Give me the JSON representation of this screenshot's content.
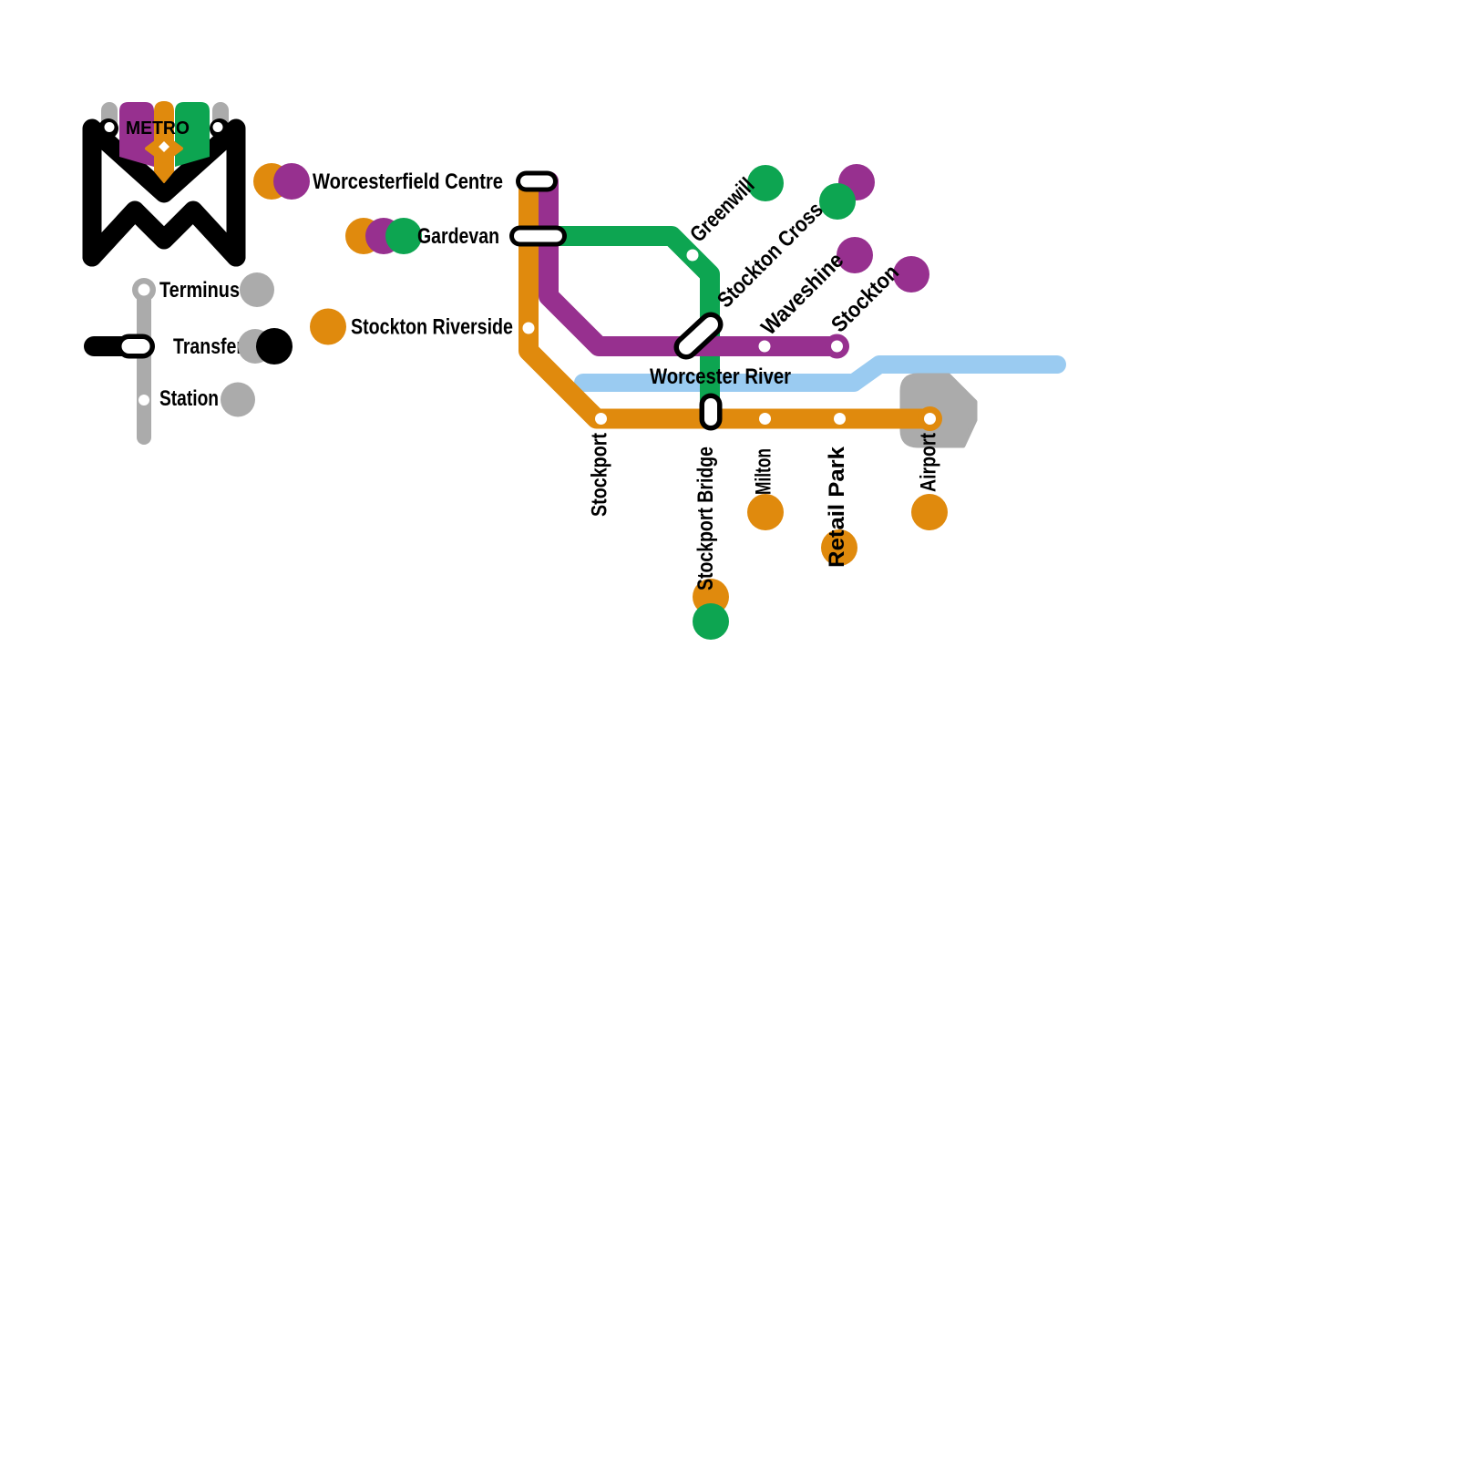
{
  "colors": {
    "orange": "#E08A0D",
    "purple": "#97308F",
    "green": "#0DA551",
    "gray": "#ABABAB",
    "river": "#9ACBF1",
    "black": "#000000",
    "white": "#FFFFFF"
  },
  "logo": {
    "title": "METRO"
  },
  "legend": {
    "terminus": "Terminus",
    "transfer": "Transfer",
    "station": "Station"
  },
  "river": {
    "label": "Worcester River"
  },
  "stations": {
    "worcesterfield_centre": {
      "label": "Worcesterfield Centre",
      "markers": [
        "orange",
        "purple"
      ],
      "type": "transfer"
    },
    "gardevan": {
      "label": "Gardevan",
      "markers": [
        "orange",
        "purple",
        "green"
      ],
      "type": "transfer"
    },
    "stockton_riverside": {
      "label": "Stockton Riverside",
      "markers": [
        "orange"
      ],
      "type": "station"
    },
    "greenwill": {
      "label": "Greenwill",
      "markers": [
        "green"
      ],
      "type": "station"
    },
    "stockton_cross": {
      "label": "Stockton Cross",
      "markers": [
        "green",
        "purple"
      ],
      "type": "transfer"
    },
    "waveshine": {
      "label": "Waveshine",
      "markers": [
        "purple"
      ],
      "type": "station"
    },
    "stockton": {
      "label": "Stockton",
      "markers": [
        "purple"
      ],
      "type": "terminus"
    },
    "stockport": {
      "label": "Stockport",
      "markers": [],
      "type": "station"
    },
    "stockport_bridge": {
      "label": "Stockport Bridge",
      "markers": [
        "orange",
        "green"
      ],
      "type": "transfer"
    },
    "milton": {
      "label": "Milton",
      "markers": [
        "orange"
      ],
      "type": "station"
    },
    "retail_park": {
      "label": "Retail Park",
      "markers": [
        "orange"
      ],
      "type": "station"
    },
    "airport": {
      "label": "Airport",
      "markers": [
        "orange"
      ],
      "type": "terminus"
    }
  }
}
